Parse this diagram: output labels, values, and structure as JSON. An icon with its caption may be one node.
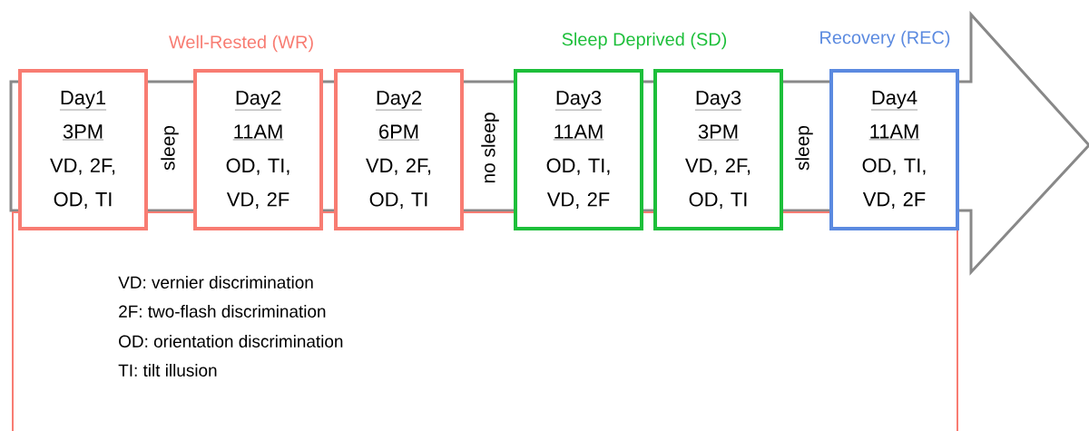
{
  "diagram": {
    "nodes": [
      {
        "text": [
          "Day1",
          "3PM",
          "VD, 2F, OD, TI"
        ]
      },
      {
        "text": [
          "Day2",
          "11AM",
          "OD, TI, VD, 2F"
        ]
      },
      {
        "text": [
          "Day2",
          "6PM",
          "VD, 2F, OD, TI"
        ]
      },
      {
        "text": [
          "Day3",
          "11AM",
          "OD, TI, VD, 2F"
        ]
      },
      {
        "text": [
          "Day3",
          "3PM",
          "VD, 2F, OD, TI"
        ]
      },
      {
        "text": [
          "Day4",
          "11AM",
          "OD, TI, VD, 2F"
        ]
      }
    ],
    "labels": [
      "Well-Rested (WR)",
      "Sleep Deprived (SD)",
      "Recovery (REC)",
      "sleep",
      "no sleep",
      "sleep",
      "VD: vernier discrimination",
      "2F: two-flash discrimination",
      "OD: orientation discrimination",
      "TI: tilt illusion"
    ]
  }
}
